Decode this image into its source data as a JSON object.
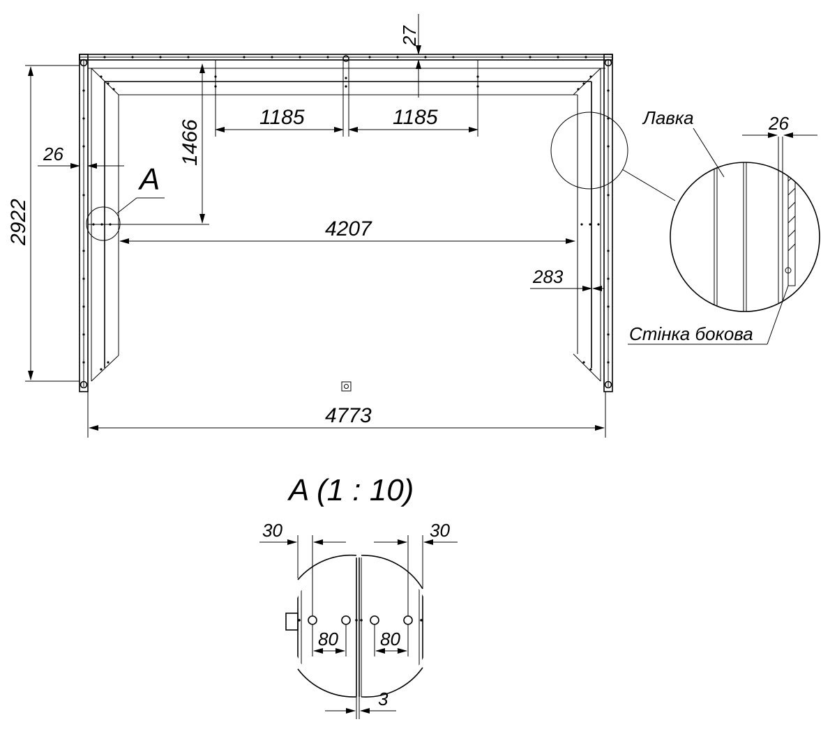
{
  "main_view": {
    "dims": {
      "top_thickness": "27",
      "left_thickness": "26",
      "span_left": "1185",
      "span_right": "1185",
      "depth": "1466",
      "height": "2922",
      "inner_width": "4207",
      "bench_width": "283",
      "overall_width": "4773"
    },
    "callout_letter": "A"
  },
  "zoom_callout": {
    "bench_label": "Лавка",
    "wall_label": "Стінка бокова",
    "dim": "26"
  },
  "detail_a": {
    "title": "A (1 : 10)",
    "dims": {
      "edge_left": "30",
      "edge_right": "30",
      "pitch_left": "80",
      "pitch_right": "80",
      "gap": "3"
    }
  }
}
